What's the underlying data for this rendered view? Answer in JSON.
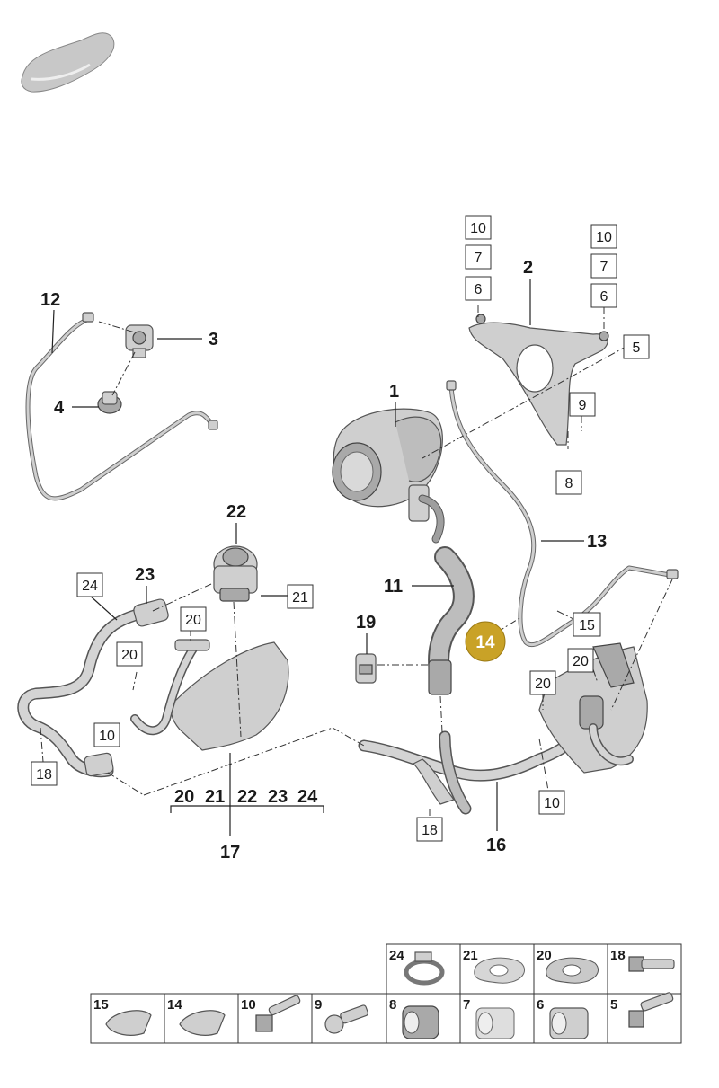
{
  "callouts": {
    "c1": "1",
    "c2": "2",
    "c3": "3",
    "c4": "4",
    "c11": "11",
    "c12": "12",
    "c13": "13",
    "c16": "16",
    "c17": "17",
    "c19": "19",
    "c22": "22",
    "c23": "23",
    "c14": "14"
  },
  "boxed": {
    "b10a": "10",
    "b7a": "7",
    "b6a": "6",
    "b10b": "10",
    "b7b": "7",
    "b6b": "6",
    "b5": "5",
    "b9": "9",
    "b8": "8",
    "b15": "15",
    "b24": "24",
    "b21": "21",
    "b20a": "20",
    "b20b": "20",
    "b10c": "10",
    "b18a": "18",
    "b20c": "20",
    "b20d": "20",
    "b10d": "10",
    "b18b": "18"
  },
  "group17": {
    "items": [
      "20",
      "21",
      "22",
      "23",
      "24"
    ]
  },
  "highlight_color": "#c9a227",
  "table": {
    "row1": [
      "24",
      "21",
      "20",
      "18"
    ],
    "row2": [
      "15",
      "14",
      "10",
      "9",
      "8",
      "7",
      "6",
      "5"
    ]
  }
}
